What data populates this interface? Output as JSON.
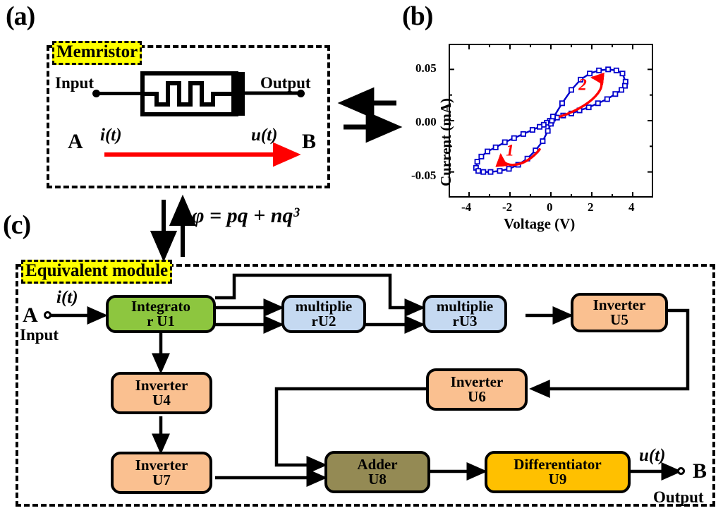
{
  "figure": {
    "panels": [
      {
        "id": "a",
        "label": "(a)"
      },
      {
        "id": "b",
        "label": "(b)"
      },
      {
        "id": "c",
        "label": "(c)"
      }
    ]
  },
  "panel_a": {
    "title": "Memristor",
    "input_label": "Input",
    "output_label": "Output",
    "terminal_a": "A",
    "terminal_b": "B",
    "current_symbol": "i(t)",
    "voltage_symbol": "u(t)",
    "arrow_color": "#ff0000",
    "symbol_name": "memristor-symbol"
  },
  "relation": {
    "equation": "φ = pq + nq³"
  },
  "panel_c": {
    "title": "Equivalent module",
    "terminal_a": "A",
    "terminal_b": "B",
    "input_label": "Input",
    "output_label": "Output",
    "current_symbol": "i(t)",
    "voltage_symbol": "u(t)",
    "blocks": [
      {
        "id": "U1",
        "line1": "Integrato",
        "line2": "r U1",
        "color": "#8DC63F",
        "name": "integrator-u1"
      },
      {
        "id": "U2",
        "line1": "multiplie",
        "line2": "rU2",
        "color": "#C5D9F1",
        "name": "multiplier-u2"
      },
      {
        "id": "U3",
        "line1": "multiplie",
        "line2": "rU3",
        "color": "#C5D9F1",
        "name": "multiplier-u3"
      },
      {
        "id": "U5",
        "line1": "Inverter",
        "line2": "U5",
        "color": "#FAC090",
        "name": "inverter-u5"
      },
      {
        "id": "U4",
        "line1": "Inverter",
        "line2": "U4",
        "color": "#FAC090",
        "name": "inverter-u4"
      },
      {
        "id": "U6",
        "line1": "Inverter",
        "line2": "U6",
        "color": "#FAC090",
        "name": "inverter-u6"
      },
      {
        "id": "U7",
        "line1": "Inverter",
        "line2": "U7",
        "color": "#FAC090",
        "name": "inverter-u7"
      },
      {
        "id": "U8",
        "line1": "Adder",
        "line2": "U8",
        "color": "#948A54",
        "name": "adder-u8"
      },
      {
        "id": "U9",
        "line1": "Differentiator",
        "line2": "U9",
        "color": "#FFC000",
        "name": "differentiator-u9"
      }
    ]
  },
  "chart_data": {
    "type": "line",
    "title": "",
    "xlabel": "Voltage (V)",
    "ylabel": "Current (mA)",
    "xlim": [
      -5,
      5
    ],
    "ylim": [
      -0.075,
      0.075
    ],
    "xticks": [
      -4,
      -2,
      0,
      2,
      4
    ],
    "xtick_labels": [
      "-4",
      "-2",
      "0",
      "2",
      "4"
    ],
    "yticks": [
      -0.05,
      0.0,
      0.05
    ],
    "ytick_labels": [
      "-0.05",
      "0.00",
      "0.05"
    ],
    "grid": false,
    "legend": false,
    "series": [
      {
        "name": "I-V hysteresis loop",
        "color": "#0000CC",
        "marker": "square-open",
        "x": [
          0.15,
          0.55,
          1.0,
          1.45,
          1.9,
          2.35,
          2.8,
          3.2,
          3.5,
          3.65,
          3.62,
          3.45,
          3.15,
          2.75,
          2.3,
          1.85,
          1.4,
          1.0,
          0.6,
          0.3,
          0.1,
          -0.05,
          -0.2,
          -0.35,
          -0.55,
          -0.9,
          -1.35,
          -1.8,
          -2.25,
          -2.7,
          -3.1,
          -3.4,
          -3.6,
          -3.66,
          -3.55,
          -3.3,
          -2.95,
          -2.5,
          -2.05,
          -1.6,
          -1.15,
          -0.75,
          -0.4,
          -0.15,
          0.0,
          0.05,
          0.1
        ],
        "y": [
          0.004,
          0.017,
          0.03,
          0.04,
          0.046,
          0.049,
          0.05,
          0.049,
          0.046,
          0.038,
          0.034,
          0.03,
          0.026,
          0.021,
          0.017,
          0.013,
          0.01,
          0.007,
          0.005,
          0.003,
          0.002,
          0.0,
          -0.002,
          -0.004,
          -0.006,
          -0.009,
          -0.013,
          -0.017,
          -0.021,
          -0.026,
          -0.03,
          -0.035,
          -0.04,
          -0.046,
          -0.049,
          -0.05,
          -0.05,
          -0.049,
          -0.047,
          -0.043,
          -0.037,
          -0.029,
          -0.02,
          -0.01,
          -0.003,
          0.0,
          0.004
        ]
      }
    ],
    "annotations": [
      {
        "text": "1",
        "color": "#ff0000",
        "x": -2.0,
        "y": -0.034,
        "name": "loop-annotation-1"
      },
      {
        "text": "2",
        "color": "#ff0000",
        "x": 1.55,
        "y": 0.03,
        "name": "loop-annotation-2"
      }
    ]
  }
}
